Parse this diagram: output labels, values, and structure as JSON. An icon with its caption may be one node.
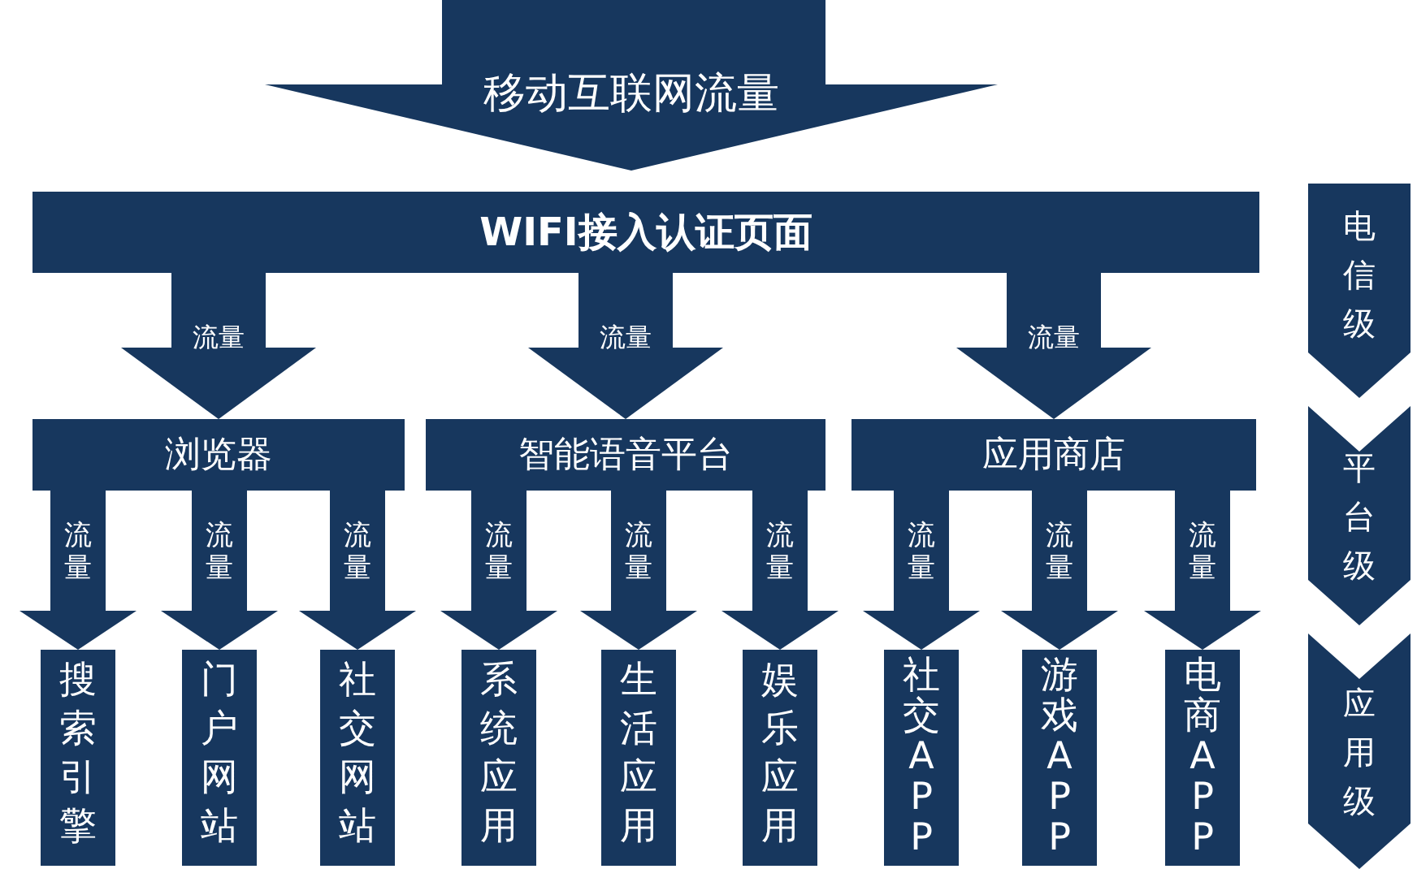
{
  "diagram": {
    "nodes": [
      {
        "text": [
          "移动互联网流量"
        ]
      },
      {
        "text": [
          "WIFI接入认证页面"
        ]
      },
      {
        "text": [
          "浏览器"
        ]
      },
      {
        "text": [
          "智能语音平台"
        ]
      },
      {
        "text": [
          "应用商店"
        ]
      },
      {
        "text": [
          "搜索引擎"
        ]
      },
      {
        "text": [
          "门户网站"
        ]
      },
      {
        "text": [
          "社交网站"
        ]
      },
      {
        "text": [
          "系统应用"
        ]
      },
      {
        "text": [
          "生活应用"
        ]
      },
      {
        "text": [
          "娱乐应用"
        ]
      },
      {
        "text": [
          "社交APP"
        ]
      },
      {
        "text": [
          "游戏APP"
        ]
      },
      {
        "text": [
          "电商APP"
        ]
      },
      {
        "text": [
          "电信级"
        ]
      },
      {
        "text": [
          "平台级"
        ]
      },
      {
        "text": [
          "应用级"
        ]
      }
    ],
    "edges": [
      {
        "from": 1,
        "to": 2,
        "arrow": "to",
        "label": "流量"
      },
      {
        "from": 1,
        "to": 3,
        "arrow": "to",
        "label": "流量"
      },
      {
        "from": 1,
        "to": 4,
        "arrow": "to",
        "label": "流量"
      },
      {
        "from": 2,
        "to": 5,
        "arrow": "to",
        "label": "流量"
      },
      {
        "from": 2,
        "to": 6,
        "arrow": "to",
        "label": "流量"
      },
      {
        "from": 2,
        "to": 7,
        "arrow": "to",
        "label": "流量"
      },
      {
        "from": 3,
        "to": 8,
        "arrow": "to",
        "label": "流量"
      },
      {
        "from": 3,
        "to": 9,
        "arrow": "to",
        "label": "流量"
      },
      {
        "from": 3,
        "to": 10,
        "arrow": "to",
        "label": "流量"
      },
      {
        "from": 4,
        "to": 11,
        "arrow": "to",
        "label": "流量"
      },
      {
        "from": 4,
        "to": 12,
        "arrow": "to",
        "label": "流量"
      },
      {
        "from": 4,
        "to": 13,
        "arrow": "to",
        "label": "流量"
      }
    ]
  }
}
